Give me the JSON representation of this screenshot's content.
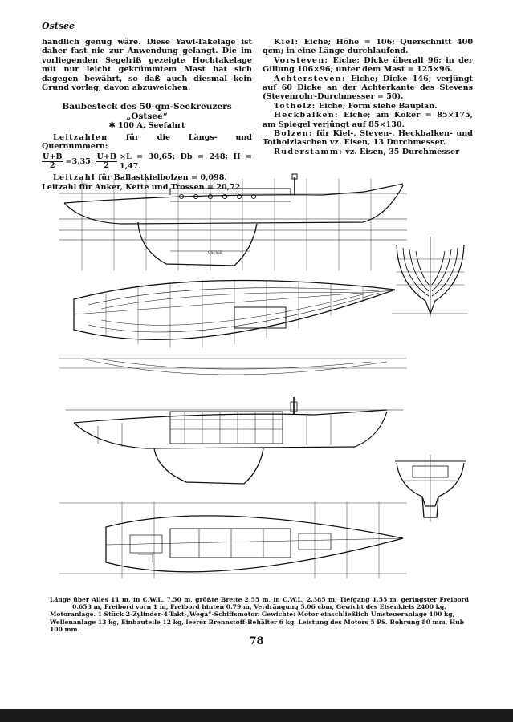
{
  "header": {
    "running_title": "Ostsee"
  },
  "left_column": {
    "intro": "handlich genug wäre. Diese Yawl-Takelage ist daher fast nie zur Anwendung gelangt. Die im vorliegenden Segelriß gezeigte Hochtakelage mit nur leicht gekrümmtem Mast hat sich dagegen bewährt, so daß auch diesmal kein Grund vorlag, davon abzuweichen.",
    "section_title": "Baubesteck des 50-qm-Seekreuzers „Ostsee“",
    "section_subtitle": "✱ 100 A, Seefahrt",
    "leitzahlen_label": "Leitzahlen",
    "leitzahlen_text": " für die Längs- und Quernummern:",
    "frac1_num": "U+B",
    "frac1_den": "2",
    "after_frac1": "=3,35;",
    "frac2_num": "U+B",
    "frac2_den": "2",
    "after_frac2": "×L = 30,65; Db = 248; H = 1,47.",
    "line_bolzen_label": "Leitzahl",
    "line_bolzen_text": " für Ballastkielbolzen = 0,098.",
    "line_anker": "Leitzahl für Anker, Kette und Trossen = 20,72."
  },
  "right_column": {
    "kiel_label": "Kiel:",
    "kiel_text": " Eiche; Höhe = 106; Querschnitt 400 qcm; in eine Länge durchlaufend.",
    "vorsteven_label": "Vorsteven:",
    "vorsteven_text": " Eiche; Dicke überall 96; in der Gillung 106×96; unter dem Mast = 125×96.",
    "achtersteven_label": "Achtersteven:",
    "achtersteven_text": " Eiche; Dicke 146; verjüngt auf 60 Dicke an der Achterkante des Stevens (Stevenrohr-Durchmesser = 50).",
    "totholz_label": "Totholz:",
    "totholz_text": " Eiche; Form siehe Bauplan.",
    "heckbalken_label": "Heckbalken:",
    "heckbalken_text": " Eiche; am Koker = 85×175, am Spiegel verjüngt auf 85×130.",
    "bolzen_label": "Bolzen:",
    "bolzen_text": " für Kiel-, Steven-, Heckbalken- und Totholzlaschen vz. Eisen, 13 Durchmesser.",
    "ruderstamm_label": "Ruderstamm:",
    "ruderstamm_text": " vz. Eisen, 35 Durchmesser"
  },
  "drawing_labels": {
    "nameplate": "OSTSEE"
  },
  "caption": {
    "line1": "Länge über Alles 11 m, in C.W.L. 7.50 m, größte Breite 2.55 m, in C.W.L. 2.385 m, Tiefgang 1.55 m, geringster Freibord 0.653 m, Freibord vorn 1 m, Freibord hinten 0.79 m, Verdrängung 5.06 cbm, Gewicht des Eisenkiels 2400 kg.",
    "line2": "Motoranlage. 1 Stück 2-Zylinder-4-Takt-„Wega“-Schiffsmotor. Gewichte: Motor einschließlich Umsteueranlage 100 kg, Wellenanlage 13 kg, Einbauteile 12 kg, leerer Brennstoff-Behälter 6 kg. Leistung des Motors 5 PS. Bohrung 80 mm, Hub 100 mm."
  },
  "page_number": "78"
}
